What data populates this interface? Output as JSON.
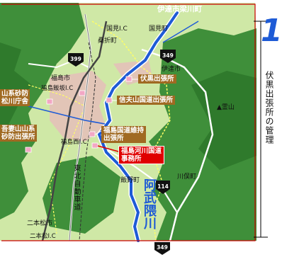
{
  "colors": {
    "land_light": "#cfe8a6",
    "land_mid": "#a9d37a",
    "mountain": "#3f8f3a",
    "mountain_dark": "#2f7a2c",
    "river": "#1e5bd6",
    "river_edge": "#ffffff",
    "city_fill": "#f2a7c4",
    "office_box": "#a06a22",
    "office_box_highlight": "#e00000",
    "highway": "#444444",
    "border_red": "#cc0000",
    "boundary_yellow": "#ffff66"
  },
  "labels": {
    "top_town": "伊達市梁川町",
    "kunimi_station": "国見I.C",
    "kunimi_town": "国見町",
    "kuwaori_town": "桑折町",
    "date_city": "伊達市",
    "fukushima_city": "福島市",
    "fukushima_iizaka_ic": "福島飯坂I.C",
    "fukushima_nishi_ic": "福島西I.C",
    "tohoku_expressway": "東北自動車道",
    "iitate_village": "飯野町",
    "kawamata_town": "川俣町",
    "nihonmatsu_city": "二本松市",
    "nihonmatsu_ic": "二本松I.C",
    "river_name": "阿武隈川",
    "mt_ryozen": "▲霊山",
    "side_title": "伏黒出張所の管理",
    "big_digit": "1",
    "route_399": "399",
    "route_349_a": "349",
    "route_349_b": "349",
    "route_114": "114"
  },
  "offices": {
    "fushiguro": "伏黒出張所",
    "shinbu_sanchi": "信夫山国道出張所",
    "fukushima_kokudo_line1": "福島国道維持",
    "fukushima_kokudo_line2": "出張所",
    "fukushima_kasen_line1": "福島河川国道",
    "fukushima_kasen_line2": "事務所",
    "left_top_line1": "山系砂防",
    "left_top_line2": "松川庁舎",
    "left_mid_line1": "吾妻山山系",
    "left_mid_line2": "砂防出張所"
  }
}
